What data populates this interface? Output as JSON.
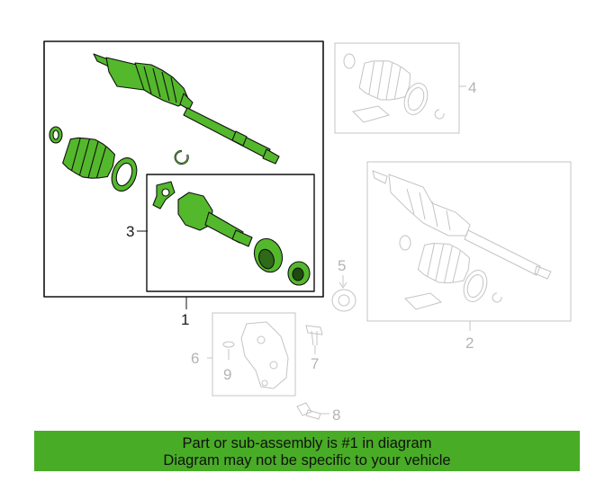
{
  "callouts": {
    "c1": "1",
    "c2": "2",
    "c3": "3",
    "c4": "4",
    "c5": "5",
    "c6": "6",
    "c7": "7",
    "c8": "8",
    "c9": "9"
  },
  "banner": {
    "line1": "Part or sub-assembly is #1 in diagram",
    "line2": "Diagram may not be specific to your vehicle"
  },
  "colors": {
    "highlight": "#54b82c",
    "banner": "#49ac26",
    "outline_dark": "#111111",
    "outline_grey": "#c4c4c4"
  }
}
